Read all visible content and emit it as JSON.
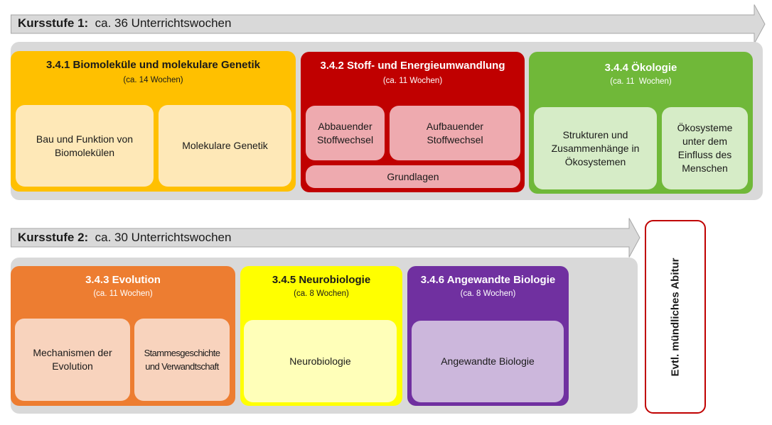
{
  "stages": [
    {
      "label_bold": "Kursstufe 1:",
      "label_rest": "ca. 36 Unterrichtswochen",
      "modules": [
        {
          "title": "3.4.1 Biomoleküle und molekulare Genetik",
          "duration": "(ca. 14 Wochen)",
          "color": "#ffc000",
          "topic_color": "#fee8b7",
          "topics": [
            "Bau und Funktion von Biomolekülen",
            "Molekulare Genetik"
          ]
        },
        {
          "title": "3.4.2 Stoff- und Energieumwandlung",
          "duration": "(ca. 11 Wochen)",
          "color": "#c00000",
          "topic_color": "#eeaaaf",
          "topics": [
            "Abbauender Stoffwechsel",
            "Aufbauender Stoffwechsel",
            "Grundlagen"
          ]
        },
        {
          "title": "3.4.4 Ökologie",
          "duration": "(ca. 11  Wochen)",
          "color": "#70b839",
          "topic_color": "#d6ecc7",
          "topics": [
            "Strukturen und Zusammenhänge in Ökosystemen",
            "Ökosysteme unter dem Einfluss des Menschen"
          ]
        }
      ]
    },
    {
      "label_bold": "Kursstufe 2:",
      "label_rest": "ca. 30 Unterrichtswochen",
      "modules": [
        {
          "title": "3.4.3 Evolution",
          "duration": "(ca. 11 Wochen)",
          "color": "#ed7d31",
          "topic_color": "#f8d3bd",
          "topics": [
            "Mechanismen der Evolution",
            "Stammesgeschichte und Verwandtschaft"
          ]
        },
        {
          "title": "3.4.5 Neurobiologie",
          "duration": "(ca. 8 Wochen)",
          "color": "#ffff00",
          "topic_color": "#ffffb9",
          "topics": [
            "Neurobiologie"
          ]
        },
        {
          "title": "3.4.6 Angewandte Biologie",
          "duration": "(ca. 8 Wochen)",
          "color": "#7030a0",
          "topic_color": "#ccb7dc",
          "topics": [
            "Angewandte Biologie"
          ]
        }
      ]
    }
  ],
  "abitur": {
    "label": "Evtl. mündliches Abitur",
    "border_color": "#c00000"
  },
  "colors": {
    "arrow_fill": "#d9d9d9",
    "arrow_stroke": "#a6a6a6",
    "stage_bg": "#d9d9d9"
  }
}
